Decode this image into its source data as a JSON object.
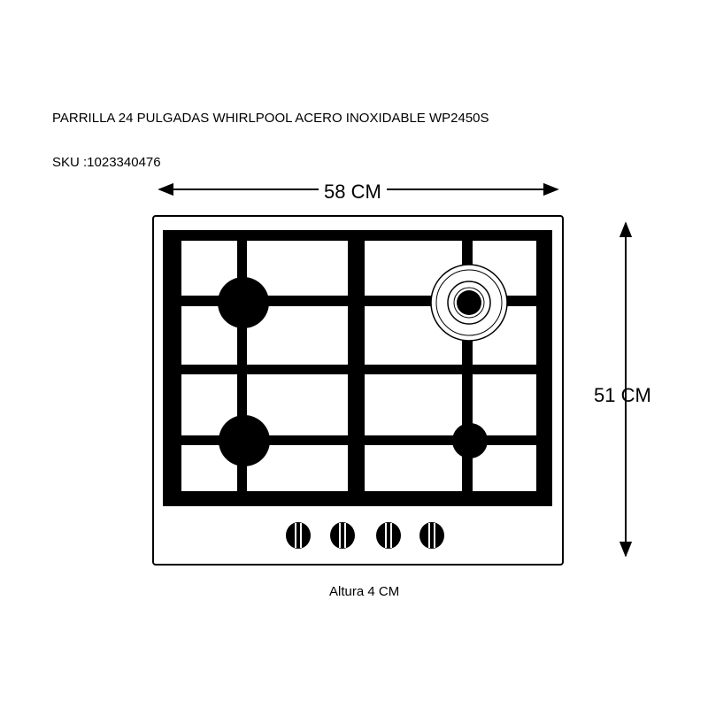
{
  "product": {
    "title": "PARRILLA 24 PULGADAS WHIRLPOOL ACERO INOXIDABLE WP2450S",
    "sku": "SKU :1023340476"
  },
  "dimensions": {
    "width_label": "58 CM",
    "depth_label": "51 CM",
    "height_label": "Altura 4 CM"
  },
  "cooktop": {
    "burner_count": 4,
    "knob_count": 4,
    "line_color": "#000000",
    "background_color": "#ffffff"
  }
}
